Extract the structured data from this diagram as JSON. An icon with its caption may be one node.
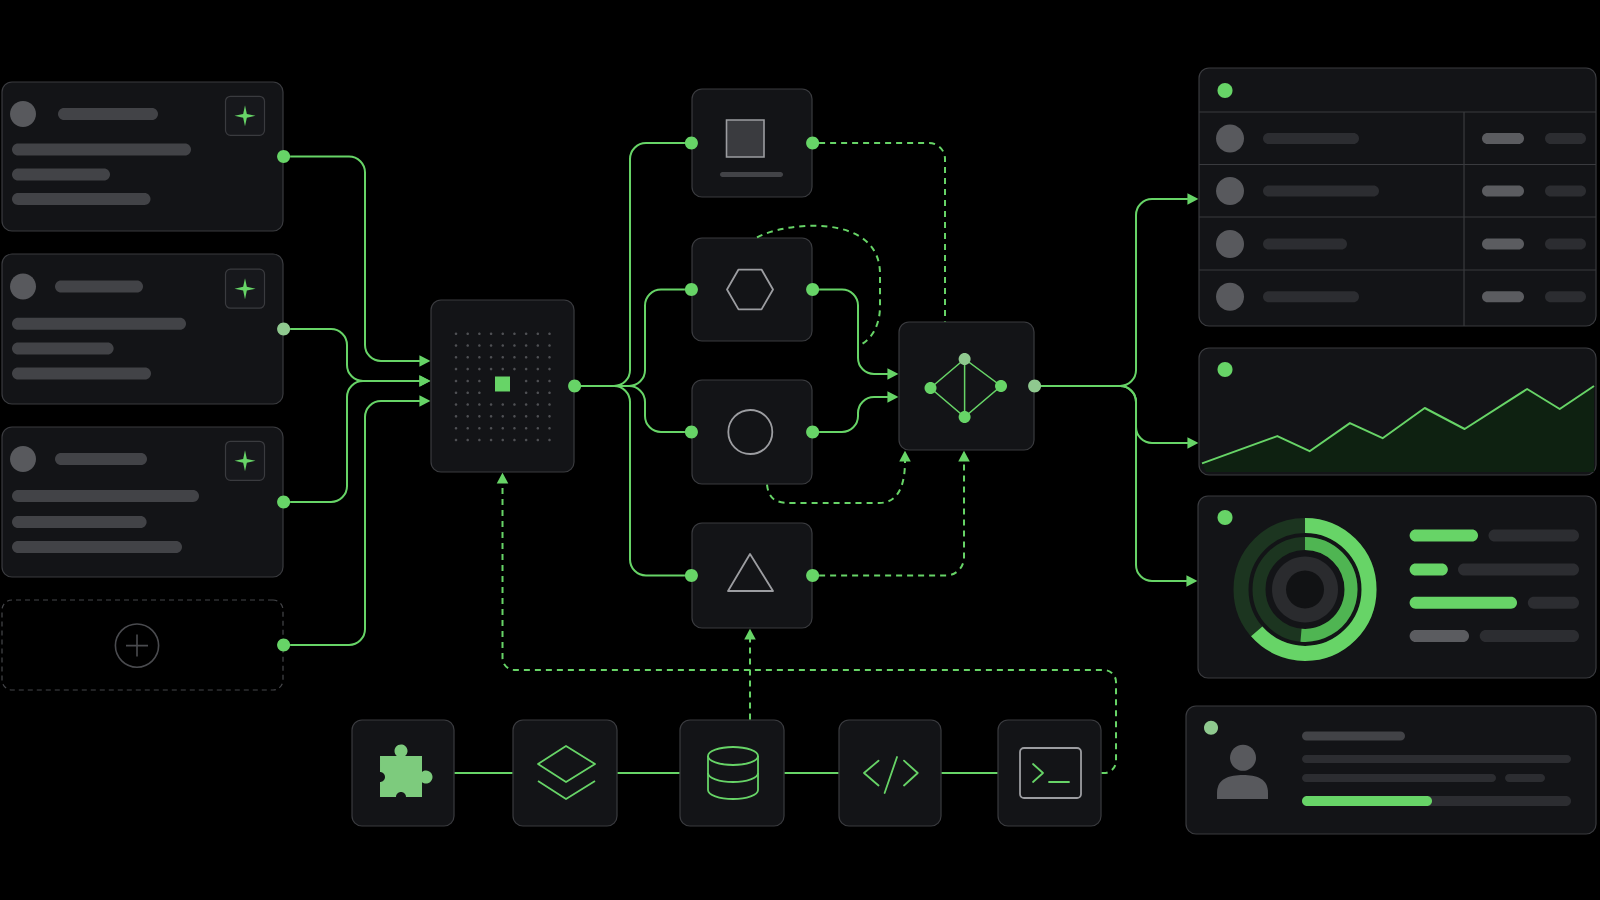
{
  "diagram": {
    "nodes": [
      {
        "text": [],
        "shape": "box"
      },
      {
        "text": [],
        "shape": "box"
      },
      {
        "text": [],
        "shape": "box"
      },
      {
        "text": [],
        "shape": "box"
      },
      {
        "text": [],
        "shape": "box"
      },
      {
        "text": [],
        "shape": "box"
      },
      {
        "text": [],
        "shape": "box"
      },
      {
        "text": [],
        "shape": "box"
      },
      {
        "text": [],
        "shape": "box"
      },
      {
        "text": [],
        "shape": "box"
      },
      {
        "text": [],
        "shape": "box"
      },
      {
        "text": [],
        "shape": "box"
      },
      {
        "text": [],
        "shape": "box"
      },
      {
        "text": [],
        "shape": "box"
      },
      {
        "text": [],
        "shape": "box"
      },
      {
        "text": [],
        "shape": "box"
      },
      {
        "text": [],
        "shape": "box"
      },
      {
        "text": [],
        "shape": "box"
      },
      {
        "text": [],
        "shape": "box"
      }
    ],
    "edges": [
      {
        "from": 0,
        "to": 4,
        "arrow": "to"
      },
      {
        "from": 1,
        "to": 4,
        "arrow": "to"
      },
      {
        "from": 2,
        "to": 4,
        "arrow": "to"
      },
      {
        "from": 3,
        "to": 4,
        "arrow": "to"
      },
      {
        "from": 4,
        "to": 5,
        "arrow": "none"
      },
      {
        "from": 4,
        "to": 6,
        "arrow": "none"
      },
      {
        "from": 4,
        "to": 7,
        "arrow": "none"
      },
      {
        "from": 4,
        "to": 8,
        "arrow": "none"
      },
      {
        "from": 5,
        "to": 9,
        "arrow": "none",
        "style": "dashed"
      },
      {
        "from": 6,
        "to": 9,
        "arrow": "to"
      },
      {
        "from": 7,
        "to": 9,
        "arrow": "to"
      },
      {
        "from": 6,
        "to": null,
        "arrow": "none",
        "style": "dashed"
      },
      {
        "from": 7,
        "to": 9,
        "arrow": "to",
        "style": "dashed"
      },
      {
        "from": 8,
        "to": 9,
        "arrow": "to",
        "style": "dashed"
      },
      {
        "from": 9,
        "to": 10,
        "arrow": "to"
      },
      {
        "from": 9,
        "to": 11,
        "arrow": "to"
      },
      {
        "from": 9,
        "to": 12,
        "arrow": "to"
      },
      {
        "from": 14,
        "to": 15,
        "arrow": "none"
      },
      {
        "from": 15,
        "to": 16,
        "arrow": "none"
      },
      {
        "from": 16,
        "to": 17,
        "arrow": "none"
      },
      {
        "from": 17,
        "to": 18,
        "arrow": "none"
      },
      {
        "from": 16,
        "to": 8,
        "arrow": "to",
        "style": "dashed"
      },
      {
        "from": 18,
        "to": 4,
        "arrow": "to",
        "style": "dashed"
      }
    ]
  }
}
